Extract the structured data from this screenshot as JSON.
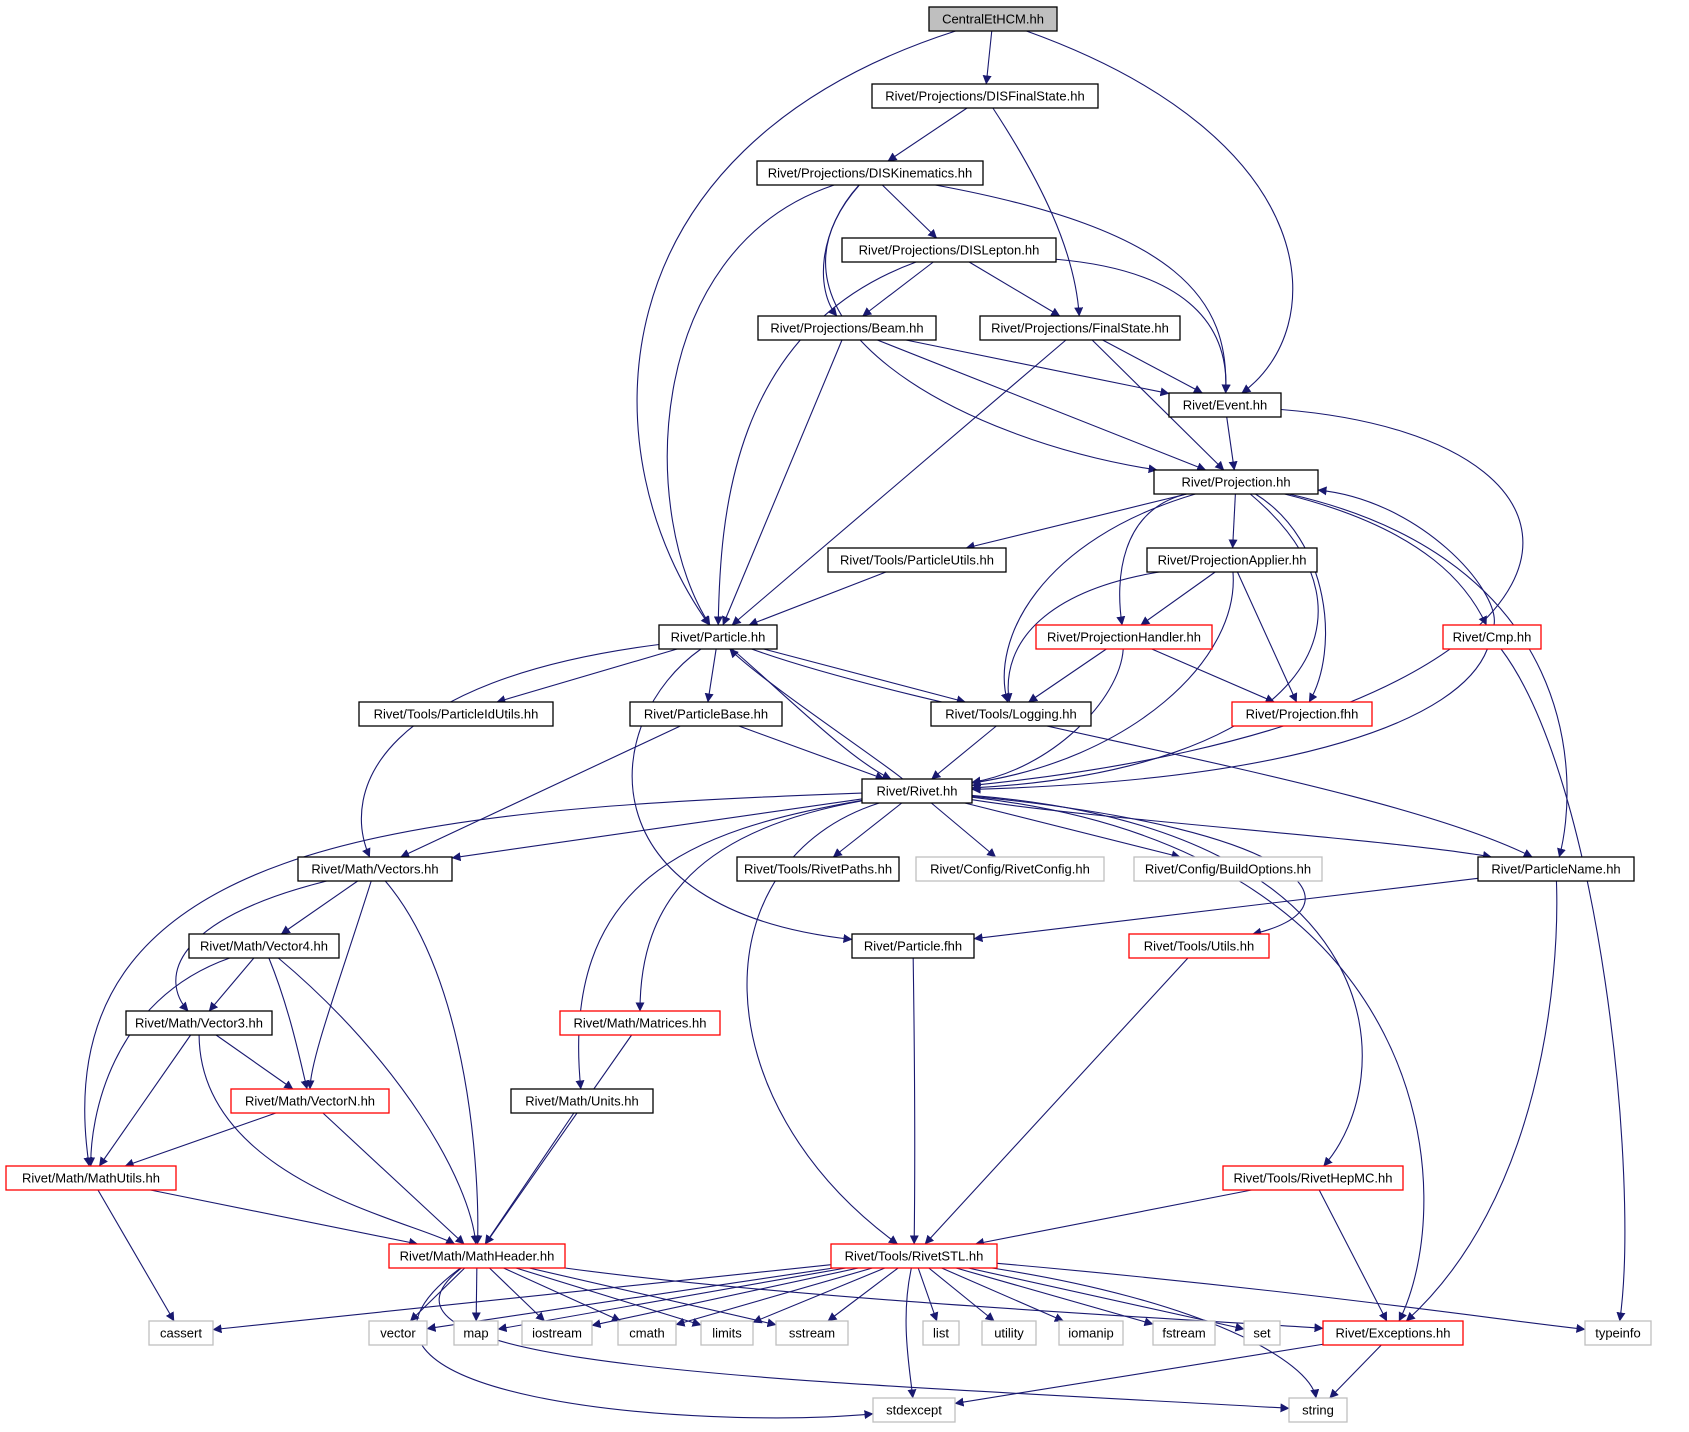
{
  "colors": {
    "edge": "#191970",
    "root_fill": "#bfbfbf",
    "node_fill": "#ffffff",
    "border_black": "#000000",
    "border_red": "#ff0000",
    "border_gray": "#bfbfbf"
  },
  "nodes": [
    {
      "id": "central",
      "label": "CentralEtHCM.hh",
      "style": "root"
    },
    {
      "id": "disfs",
      "label": "Rivet/Projections/DISFinalState.hh",
      "style": "black"
    },
    {
      "id": "diskin",
      "label": "Rivet/Projections/DISKinematics.hh",
      "style": "black"
    },
    {
      "id": "dislep",
      "label": "Rivet/Projections/DISLepton.hh",
      "style": "black"
    },
    {
      "id": "beam",
      "label": "Rivet/Projections/Beam.hh",
      "style": "black"
    },
    {
      "id": "finalstate",
      "label": "Rivet/Projections/FinalState.hh",
      "style": "black"
    },
    {
      "id": "event",
      "label": "Rivet/Event.hh",
      "style": "black"
    },
    {
      "id": "projection",
      "label": "Rivet/Projection.hh",
      "style": "black"
    },
    {
      "id": "partutils",
      "label": "Rivet/Tools/ParticleUtils.hh",
      "style": "black"
    },
    {
      "id": "projapplier",
      "label": "Rivet/ProjectionApplier.hh",
      "style": "black"
    },
    {
      "id": "particle",
      "label": "Rivet/Particle.hh",
      "style": "black"
    },
    {
      "id": "projhandler",
      "label": "Rivet/ProjectionHandler.hh",
      "style": "red"
    },
    {
      "id": "cmp",
      "label": "Rivet/Cmp.hh",
      "style": "red"
    },
    {
      "id": "partidutils",
      "label": "Rivet/Tools/ParticleIdUtils.hh",
      "style": "black"
    },
    {
      "id": "partbase",
      "label": "Rivet/ParticleBase.hh",
      "style": "black"
    },
    {
      "id": "logging",
      "label": "Rivet/Tools/Logging.hh",
      "style": "black"
    },
    {
      "id": "projfhh",
      "label": "Rivet/Projection.fhh",
      "style": "red"
    },
    {
      "id": "rivet",
      "label": "Rivet/Rivet.hh",
      "style": "black"
    },
    {
      "id": "vectors",
      "label": "Rivet/Math/Vectors.hh",
      "style": "black"
    },
    {
      "id": "rivetpaths",
      "label": "Rivet/Tools/RivetPaths.hh",
      "style": "black"
    },
    {
      "id": "rivetconfig",
      "label": "Rivet/Config/RivetConfig.hh",
      "style": "gray"
    },
    {
      "id": "buildopts",
      "label": "Rivet/Config/BuildOptions.hh",
      "style": "gray"
    },
    {
      "id": "partname",
      "label": "Rivet/ParticleName.hh",
      "style": "black"
    },
    {
      "id": "vector4",
      "label": "Rivet/Math/Vector4.hh",
      "style": "black"
    },
    {
      "id": "particlefhh",
      "label": "Rivet/Particle.fhh",
      "style": "black"
    },
    {
      "id": "utils",
      "label": "Rivet/Tools/Utils.hh",
      "style": "red"
    },
    {
      "id": "vector3",
      "label": "Rivet/Math/Vector3.hh",
      "style": "black"
    },
    {
      "id": "matrices",
      "label": "Rivet/Math/Matrices.hh",
      "style": "red"
    },
    {
      "id": "vectorn",
      "label": "Rivet/Math/VectorN.hh",
      "style": "red"
    },
    {
      "id": "units",
      "label": "Rivet/Math/Units.hh",
      "style": "black"
    },
    {
      "id": "mathutils",
      "label": "Rivet/Math/MathUtils.hh",
      "style": "red"
    },
    {
      "id": "hepmc",
      "label": "Rivet/Tools/RivetHepMC.hh",
      "style": "red"
    },
    {
      "id": "mathheader",
      "label": "Rivet/Math/MathHeader.hh",
      "style": "red"
    },
    {
      "id": "rivetstl",
      "label": "Rivet/Tools/RivetSTL.hh",
      "style": "red"
    },
    {
      "id": "cassert",
      "label": "cassert",
      "style": "gray"
    },
    {
      "id": "vector",
      "label": "vector",
      "style": "gray"
    },
    {
      "id": "map",
      "label": "map",
      "style": "gray"
    },
    {
      "id": "iostream",
      "label": "iostream",
      "style": "gray"
    },
    {
      "id": "cmath",
      "label": "cmath",
      "style": "gray"
    },
    {
      "id": "limits",
      "label": "limits",
      "style": "gray"
    },
    {
      "id": "sstream",
      "label": "sstream",
      "style": "gray"
    },
    {
      "id": "list",
      "label": "list",
      "style": "gray"
    },
    {
      "id": "utility",
      "label": "utility",
      "style": "gray"
    },
    {
      "id": "iomanip",
      "label": "iomanip",
      "style": "gray"
    },
    {
      "id": "fstream",
      "label": "fstream",
      "style": "gray"
    },
    {
      "id": "set",
      "label": "set",
      "style": "gray"
    },
    {
      "id": "exceptions",
      "label": "Rivet/Exceptions.hh",
      "style": "red"
    },
    {
      "id": "typeinfo",
      "label": "typeinfo",
      "style": "gray"
    },
    {
      "id": "stdexcept",
      "label": "stdexcept",
      "style": "gray"
    },
    {
      "id": "string",
      "label": "string",
      "style": "gray"
    }
  ],
  "edges": [
    [
      "central",
      "disfs"
    ],
    [
      "central",
      "particle"
    ],
    [
      "central",
      "event"
    ],
    [
      "disfs",
      "diskin"
    ],
    [
      "disfs",
      "finalstate"
    ],
    [
      "diskin",
      "dislep"
    ],
    [
      "diskin",
      "beam"
    ],
    [
      "diskin",
      "particle"
    ],
    [
      "diskin",
      "event"
    ],
    [
      "diskin",
      "projection"
    ],
    [
      "dislep",
      "beam"
    ],
    [
      "dislep",
      "finalstate"
    ],
    [
      "dislep",
      "event"
    ],
    [
      "dislep",
      "particle"
    ],
    [
      "beam",
      "event"
    ],
    [
      "beam",
      "projection"
    ],
    [
      "beam",
      "particle"
    ],
    [
      "finalstate",
      "event"
    ],
    [
      "finalstate",
      "projection"
    ],
    [
      "finalstate",
      "particle"
    ],
    [
      "event",
      "projection"
    ],
    [
      "event",
      "rivet"
    ],
    [
      "projection",
      "partutils"
    ],
    [
      "projection",
      "projapplier"
    ],
    [
      "projection",
      "projhandler"
    ],
    [
      "projection",
      "cmp"
    ],
    [
      "projection",
      "logging"
    ],
    [
      "projection",
      "projfhh"
    ],
    [
      "projection",
      "rivet"
    ],
    [
      "projection",
      "partname"
    ],
    [
      "partutils",
      "particle"
    ],
    [
      "projapplier",
      "projhandler"
    ],
    [
      "projapplier",
      "logging"
    ],
    [
      "projapplier",
      "projfhh"
    ],
    [
      "projapplier",
      "rivet"
    ],
    [
      "projhandler",
      "logging"
    ],
    [
      "projhandler",
      "projfhh"
    ],
    [
      "projhandler",
      "rivet"
    ],
    [
      "cmp",
      "projection"
    ],
    [
      "cmp",
      "rivet"
    ],
    [
      "cmp",
      "typeinfo"
    ],
    [
      "particle",
      "partidutils"
    ],
    [
      "particle",
      "partbase"
    ],
    [
      "particle",
      "logging"
    ],
    [
      "particle",
      "rivet"
    ],
    [
      "particle",
      "vectors"
    ],
    [
      "particle",
      "particlefhh"
    ],
    [
      "particle",
      "partname"
    ],
    [
      "partbase",
      "rivet"
    ],
    [
      "partbase",
      "vectors"
    ],
    [
      "logging",
      "rivet"
    ],
    [
      "rivet",
      "particle"
    ],
    [
      "rivet",
      "vectors"
    ],
    [
      "rivet",
      "rivetpaths"
    ],
    [
      "rivet",
      "rivetconfig"
    ],
    [
      "rivet",
      "buildopts"
    ],
    [
      "rivet",
      "partname"
    ],
    [
      "rivet",
      "utils"
    ],
    [
      "rivet",
      "matrices"
    ],
    [
      "rivet",
      "units"
    ],
    [
      "rivet",
      "mathutils"
    ],
    [
      "rivet",
      "hepmc"
    ],
    [
      "rivet",
      "rivetstl"
    ],
    [
      "rivet",
      "exceptions"
    ],
    [
      "partname",
      "particlefhh"
    ],
    [
      "partname",
      "exceptions"
    ],
    [
      "vectors",
      "vector4"
    ],
    [
      "vectors",
      "vector3"
    ],
    [
      "vectors",
      "vectorn"
    ],
    [
      "vectors",
      "mathheader"
    ],
    [
      "vector4",
      "vector3"
    ],
    [
      "vector4",
      "vectorn"
    ],
    [
      "vector4",
      "mathutils"
    ],
    [
      "vector4",
      "mathheader"
    ],
    [
      "vector3",
      "vectorn"
    ],
    [
      "vector3",
      "mathutils"
    ],
    [
      "vector3",
      "mathheader"
    ],
    [
      "vectorn",
      "mathutils"
    ],
    [
      "vectorn",
      "mathheader"
    ],
    [
      "mathutils",
      "mathheader"
    ],
    [
      "mathutils",
      "cassert"
    ],
    [
      "matrices",
      "mathheader"
    ],
    [
      "units",
      "mathheader"
    ],
    [
      "particlefhh",
      "rivetstl"
    ],
    [
      "utils",
      "rivetstl"
    ],
    [
      "hepmc",
      "rivetstl"
    ],
    [
      "hepmc",
      "exceptions"
    ],
    [
      "mathheader",
      "vector"
    ],
    [
      "mathheader",
      "map"
    ],
    [
      "mathheader",
      "iostream"
    ],
    [
      "mathheader",
      "cmath"
    ],
    [
      "mathheader",
      "limits"
    ],
    [
      "mathheader",
      "sstream"
    ],
    [
      "mathheader",
      "exceptions"
    ],
    [
      "mathheader",
      "stdexcept"
    ],
    [
      "mathheader",
      "string"
    ],
    [
      "rivetstl",
      "cassert"
    ],
    [
      "rivetstl",
      "vector"
    ],
    [
      "rivetstl",
      "map"
    ],
    [
      "rivetstl",
      "iostream"
    ],
    [
      "rivetstl",
      "cmath"
    ],
    [
      "rivetstl",
      "limits"
    ],
    [
      "rivetstl",
      "sstream"
    ],
    [
      "rivetstl",
      "list"
    ],
    [
      "rivetstl",
      "utility"
    ],
    [
      "rivetstl",
      "iomanip"
    ],
    [
      "rivetstl",
      "fstream"
    ],
    [
      "rivetstl",
      "set"
    ],
    [
      "rivetstl",
      "typeinfo"
    ],
    [
      "rivetstl",
      "stdexcept"
    ],
    [
      "rivetstl",
      "string"
    ],
    [
      "exceptions",
      "stdexcept"
    ],
    [
      "exceptions",
      "string"
    ]
  ]
}
